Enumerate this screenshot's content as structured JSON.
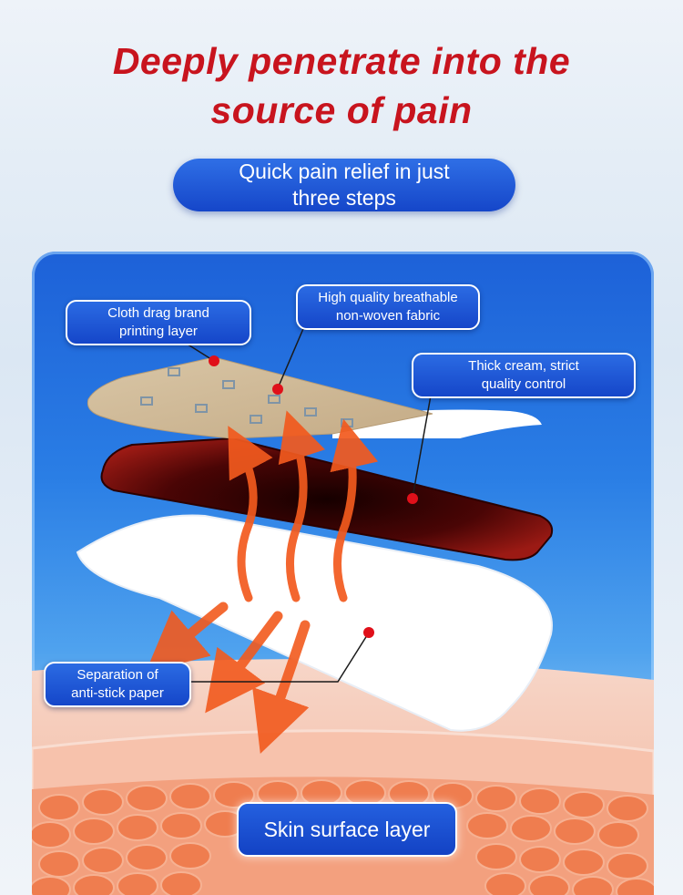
{
  "title": {
    "line1": "Deeply penetrate into the",
    "line2": "source of pain"
  },
  "subtitle": {
    "line1": "Quick pain relief in just",
    "line2": "three steps"
  },
  "labels": {
    "cloth": {
      "line1": "Cloth drag brand",
      "line2": "printing layer"
    },
    "fabric": {
      "line1": "High quality breathable",
      "line2": "non-woven fabric"
    },
    "cream": {
      "line1": "Thick cream, strict",
      "line2": "quality control"
    },
    "paper": {
      "line1": "Separation of",
      "line2": "anti-stick paper"
    },
    "skin": "Skin surface layer"
  },
  "colors": {
    "title": "#c8141e",
    "pill": "#1546c9",
    "marker": "#e0101a",
    "arrow": "#f25a1e",
    "cream": "#6a0a0a"
  }
}
